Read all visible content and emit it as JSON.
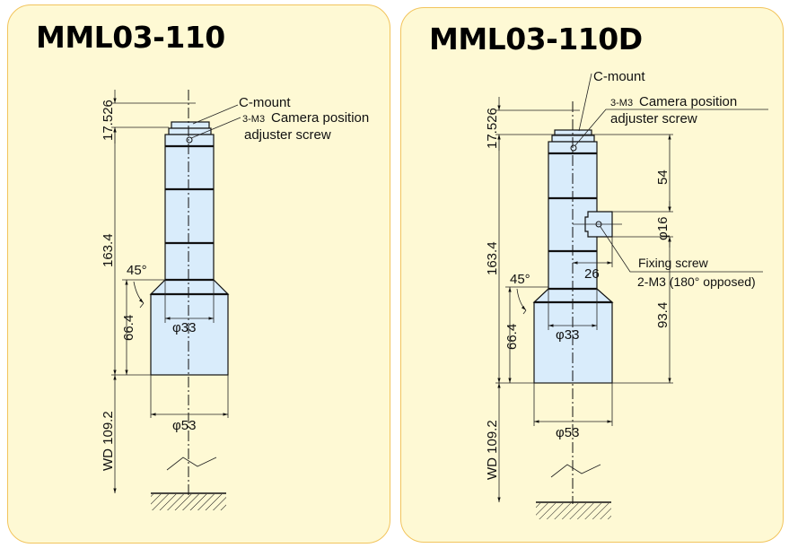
{
  "panels": [
    {
      "title": "MML03-110",
      "labels": {
        "c_mount": "C-mount",
        "screw_prefix": "3-M3",
        "screw_line1": "Camera position",
        "screw_line2": "adjuster screw"
      },
      "dimensions": {
        "top": "17.526",
        "length": "163.4",
        "angle": "45°",
        "base_height": "66.4",
        "tube_dia": "φ33",
        "base_dia": "φ53",
        "wd": "WD 109.2"
      }
    },
    {
      "title": "MML03-110D",
      "labels": {
        "c_mount": "C-mount",
        "screw_prefix": "3-M3",
        "screw_line1": "Camera position",
        "screw_line2": "adjuster screw",
        "fixing_line1": "Fixing screw",
        "fixing_line2": "2-M3 (180° opposed)"
      },
      "dimensions": {
        "top": "17.526",
        "length": "163.4",
        "angle": "45°",
        "base_height": "66.4",
        "tube_dia": "φ33",
        "base_dia": "φ53",
        "wd": "WD 109.2",
        "boss_top": "54",
        "boss_dia": "φ16",
        "boss_bottom": "93.4",
        "boss_offset": "26"
      }
    }
  ]
}
